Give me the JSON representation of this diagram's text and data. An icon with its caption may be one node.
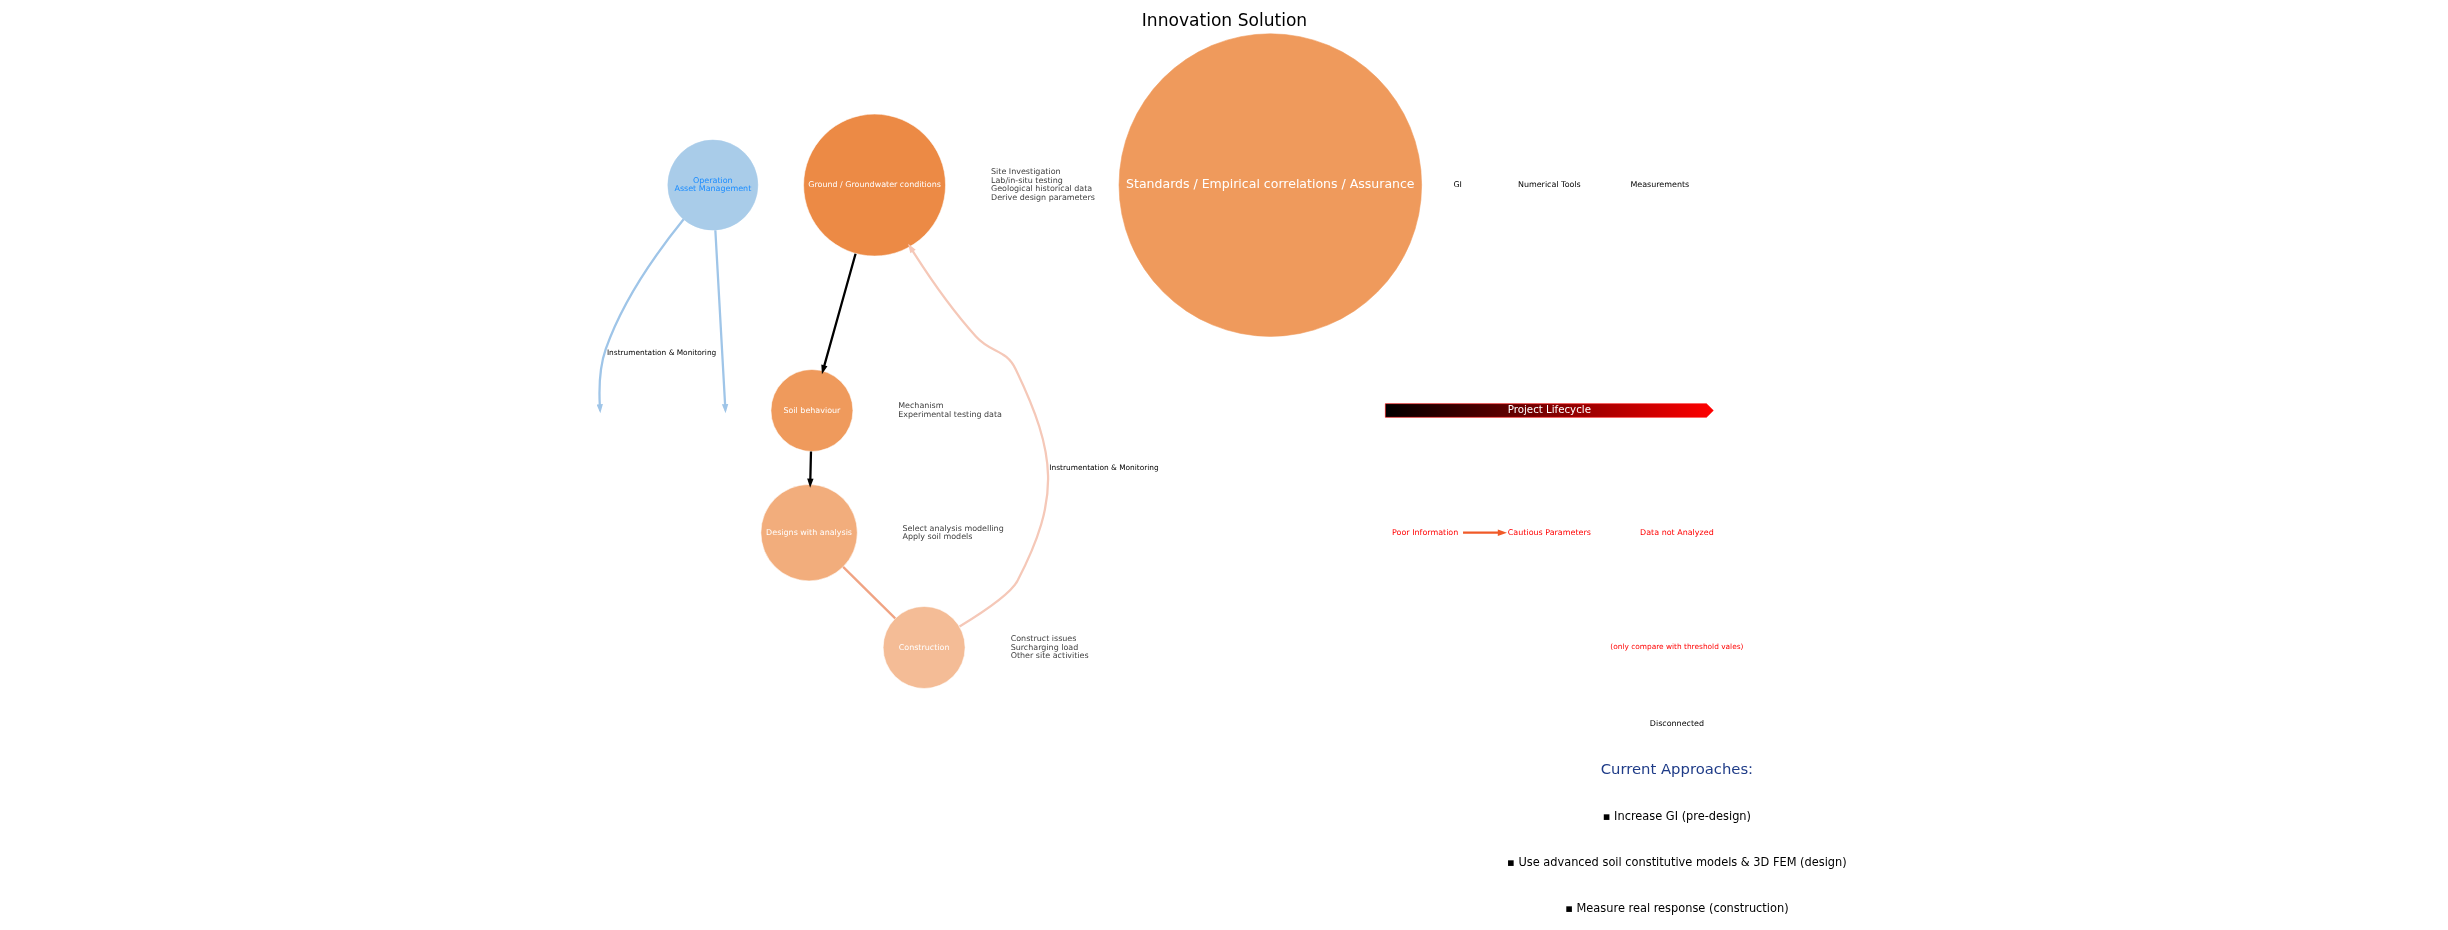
{
  "diagram": {
    "title": "Innovation Solution",
    "nodes": [
      {
        "text": [
          "Operation",
          "Asset Management"
        ]
      },
      {
        "text": [
          "Ground / Groundwater conditions"
        ],
        "beside": [
          "Site Investigation",
          "Lab/in-situ testing",
          "Geological historical data",
          "Derive design parameters"
        ]
      },
      {
        "text": [
          "Soil behaviour"
        ],
        "beside": [
          "Mechanism",
          "Experimental testing data"
        ]
      },
      {
        "text": [
          "Designs with analysis"
        ],
        "beside": [
          "Select analysis modelling",
          "Apply soil models"
        ]
      },
      {
        "text": [
          "Construction"
        ],
        "beside": [
          "Construct issues",
          "Surcharging load",
          "Other site activities"
        ]
      },
      {
        "text": [
          "Standards / Empirical correlations / Assurance"
        ]
      },
      {
        "text": [
          "Project Lifecycle"
        ]
      },
      {
        "text": [
          "Poor Information"
        ]
      },
      {
        "text": [
          "Cautious Parameters"
        ]
      }
    ],
    "edges": [
      {
        "from": 1,
        "to": 2,
        "arrow": "to"
      },
      {
        "from": 2,
        "to": 3,
        "arrow": "to"
      },
      {
        "from": 3,
        "to": 4,
        "arrow": "none",
        "color": "#f0a383"
      },
      {
        "from": 4,
        "to": 1,
        "label": "Instrumentation & Monitoring",
        "arrow": "to",
        "color": "#f5c8b8"
      },
      {
        "from": 0,
        "to": null,
        "label": "Instrumentation & Monitoring",
        "arrow": "to",
        "color": "#9fc5e8"
      },
      {
        "from": 0,
        "to": null,
        "arrow": "to",
        "color": "#9fc5e8"
      },
      {
        "from": 7,
        "to": 8,
        "arrow": "to",
        "color": "#f05a28"
      }
    ],
    "labels": [
      "GI",
      "Numerical Tools",
      "Measurements",
      "Data not Analyzed",
      "(only compare with threshold vales)",
      "Disconnected",
      "Current Approaches:",
      "▪ Increase GI (pre-design)",
      "▪ Use advanced soil constitutive models & 3D FEM (design)",
      "▪ Measure real response (construction)"
    ]
  }
}
